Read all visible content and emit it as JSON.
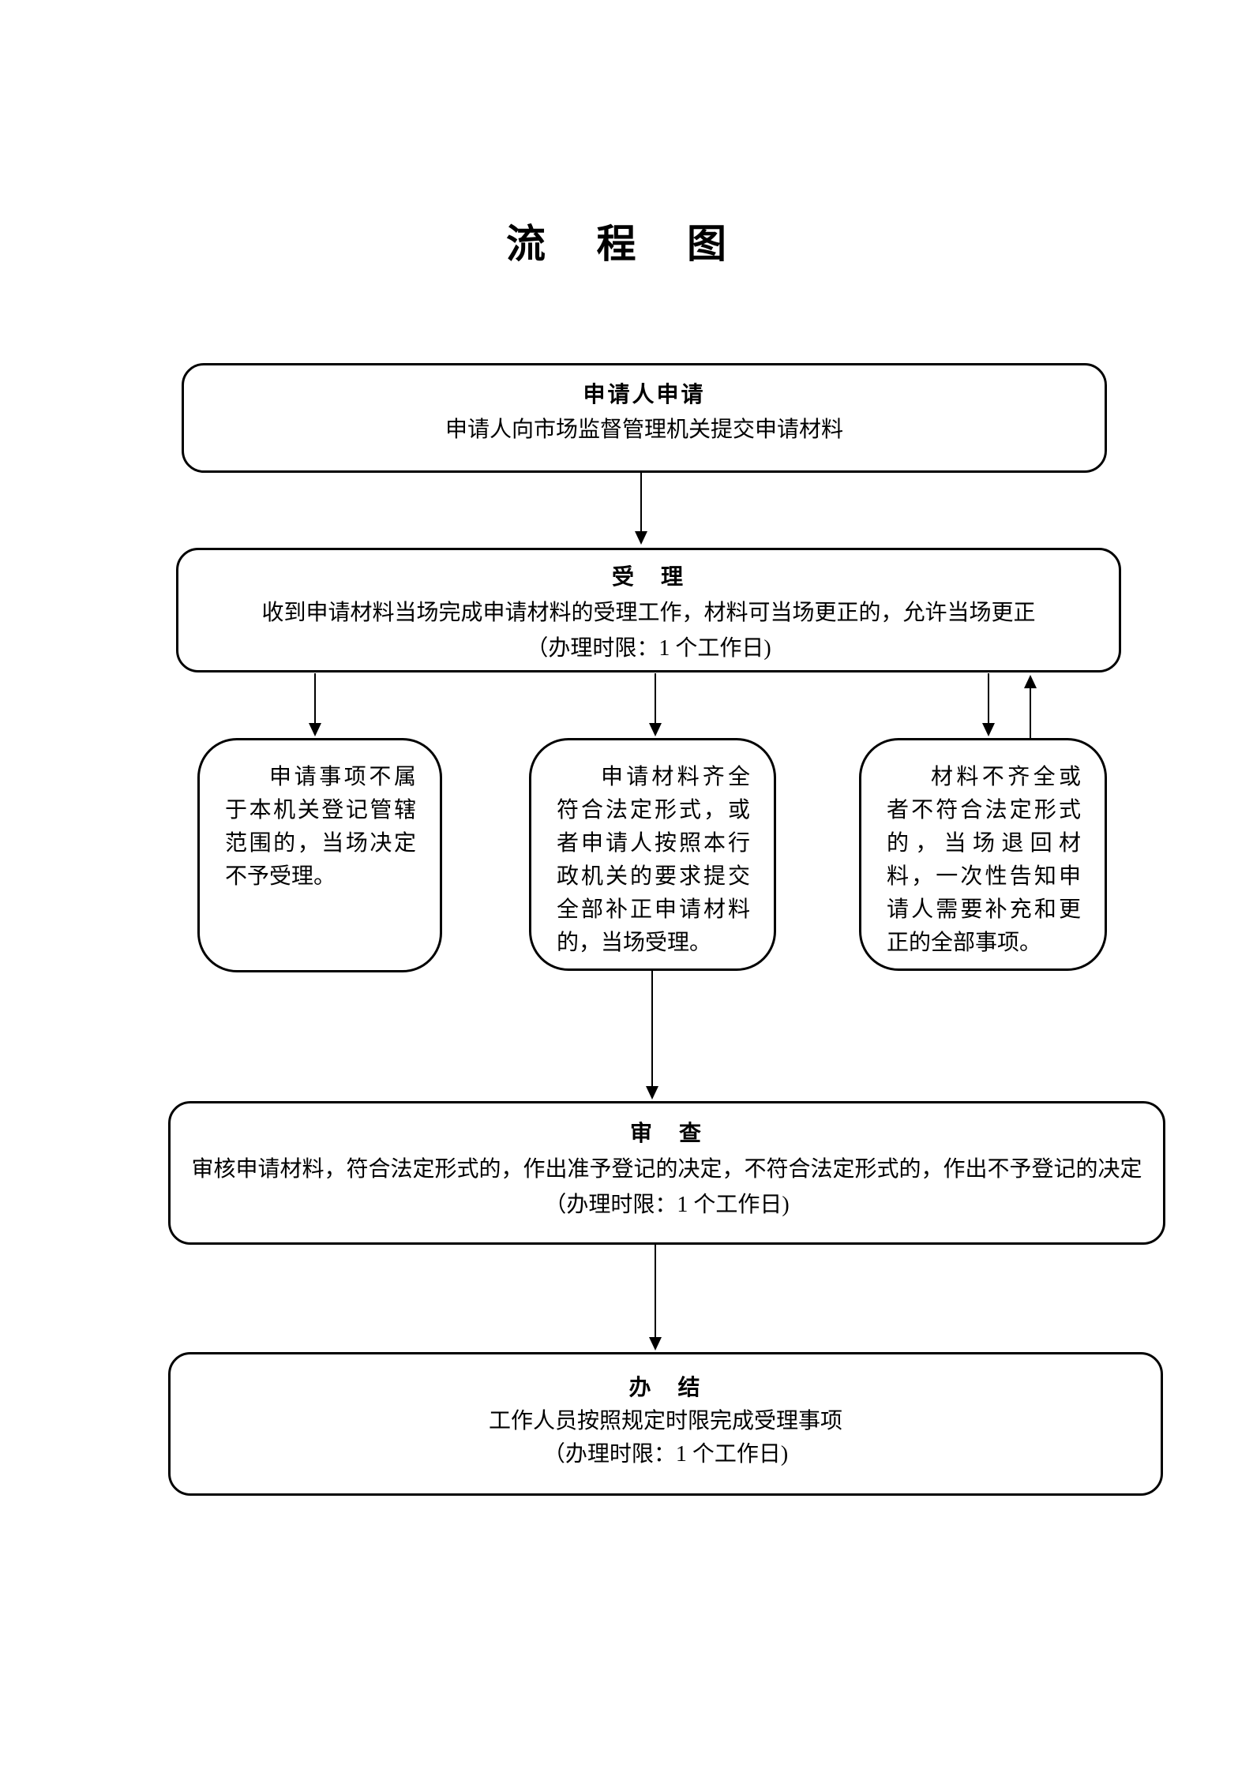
{
  "page_title": "流 程 图",
  "colors": {
    "ink": "#000000",
    "background": "#ffffff"
  },
  "boxes": {
    "apply": {
      "title": "申请人申请",
      "body": "申请人向市场监督管理机关提交申请材料"
    },
    "accept": {
      "title": "受　理",
      "body": "收到申请材料当场完成申请材料的受理工作，材料可当场更正的，允许当场更正",
      "time_limit": "（办理时限：1 个工作日)"
    },
    "not_accepted": {
      "body": "申请事项不属于本机关登记管辖范围的，当场决定不予受理。"
    },
    "accepted_on_spot": {
      "body": "申请材料齐全符合法定形式，或者申请人按照本行政机关的要求提交全部补正申请材料的，当场受理。"
    },
    "incomplete_materials": {
      "body": "材料不齐全或者不符合法定形式的，当场退回材料，一次性告知申请人需要补充和更正的全部事项。"
    },
    "review": {
      "title": "审　查",
      "body": "审核申请材料，符合法定形式的，作出准予登记的决定，不符合法定形式的，作出不予登记的决定",
      "time_limit": "（办理时限：1 个工作日)"
    },
    "complete": {
      "title": "办　结",
      "body": "工作人员按照规定时限完成受理事项",
      "time_limit": "（办理时限：1 个工作日)"
    }
  }
}
